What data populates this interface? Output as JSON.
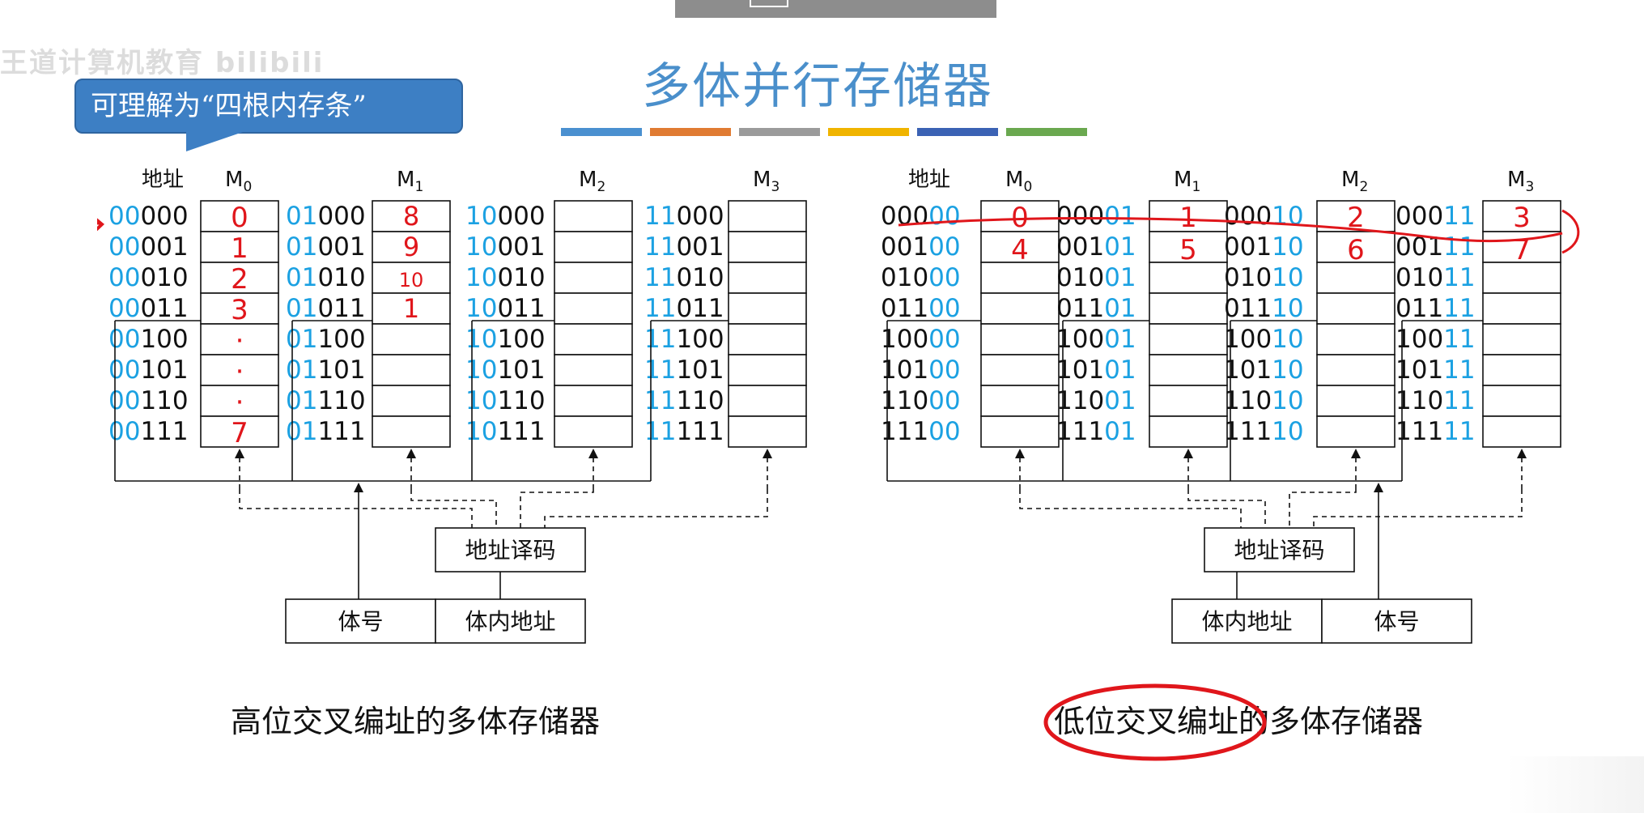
{
  "title": "多体并行存储器",
  "watermark": "王道计算机教育 bilibili",
  "callout": "可理解为“四根内存条”",
  "color_bars": [
    "#4a90d0",
    "#e07b32",
    "#9b9b9b",
    "#f0b400",
    "#3b62b4",
    "#6aa84f"
  ],
  "accent_blue": "#1ba1e2",
  "annotation_red": "#e0161b",
  "left": {
    "addr_header": "地址",
    "modules": [
      "M",
      "M",
      "M",
      "M"
    ],
    "module_subs": [
      "0",
      "1",
      "2",
      "3"
    ],
    "addresses": [
      [
        [
          "00",
          "000"
        ],
        [
          "00",
          "001"
        ],
        [
          "00",
          "010"
        ],
        [
          "00",
          "011"
        ],
        [
          "00",
          "100"
        ],
        [
          "00",
          "101"
        ],
        [
          "00",
          "110"
        ],
        [
          "00",
          "111"
        ]
      ],
      [
        [
          "01",
          "000"
        ],
        [
          "01",
          "001"
        ],
        [
          "01",
          "010"
        ],
        [
          "01",
          "011"
        ],
        [
          "01",
          "100"
        ],
        [
          "01",
          "101"
        ],
        [
          "01",
          "110"
        ],
        [
          "01",
          "111"
        ]
      ],
      [
        [
          "10",
          "000"
        ],
        [
          "10",
          "001"
        ],
        [
          "10",
          "010"
        ],
        [
          "10",
          "011"
        ],
        [
          "10",
          "100"
        ],
        [
          "10",
          "101"
        ],
        [
          "10",
          "110"
        ],
        [
          "10",
          "111"
        ]
      ],
      [
        [
          "11",
          "000"
        ],
        [
          "11",
          "001"
        ],
        [
          "11",
          "010"
        ],
        [
          "11",
          "011"
        ],
        [
          "11",
          "100"
        ],
        [
          "11",
          "101"
        ],
        [
          "11",
          "110"
        ],
        [
          "11",
          "111"
        ]
      ]
    ],
    "decoder": "地址译码",
    "reg_left": "体号",
    "reg_right": "体内地址",
    "caption": "高位交叉编址的多体存储器"
  },
  "right": {
    "addr_header": "地址",
    "modules": [
      "M",
      "M",
      "M",
      "M"
    ],
    "module_subs": [
      "0",
      "1",
      "2",
      "3"
    ],
    "addresses": [
      [
        [
          "000",
          "00"
        ],
        [
          "001",
          "00"
        ],
        [
          "010",
          "00"
        ],
        [
          "011",
          "00"
        ],
        [
          "100",
          "00"
        ],
        [
          "101",
          "00"
        ],
        [
          "110",
          "00"
        ],
        [
          "111",
          "00"
        ]
      ],
      [
        [
          "000",
          "01"
        ],
        [
          "001",
          "01"
        ],
        [
          "010",
          "01"
        ],
        [
          "011",
          "01"
        ],
        [
          "100",
          "01"
        ],
        [
          "101",
          "01"
        ],
        [
          "110",
          "01"
        ],
        [
          "111",
          "01"
        ]
      ],
      [
        [
          "000",
          "10"
        ],
        [
          "001",
          "10"
        ],
        [
          "010",
          "10"
        ],
        [
          "011",
          "10"
        ],
        [
          "100",
          "10"
        ],
        [
          "101",
          "10"
        ],
        [
          "110",
          "10"
        ],
        [
          "111",
          "10"
        ]
      ],
      [
        [
          "000",
          "11"
        ],
        [
          "001",
          "11"
        ],
        [
          "010",
          "11"
        ],
        [
          "011",
          "11"
        ],
        [
          "100",
          "11"
        ],
        [
          "101",
          "11"
        ],
        [
          "110",
          "11"
        ],
        [
          "111",
          "11"
        ]
      ]
    ],
    "decoder": "地址译码",
    "reg_left": "体内地址",
    "reg_right": "体号",
    "caption_highlight": "低位交叉编址",
    "caption_rest": "的多体存储器"
  },
  "handwriting": {
    "left_m0": [
      "0",
      "1",
      "2",
      "3",
      "·",
      "·",
      "·",
      "7"
    ],
    "left_m1": [
      "8",
      "9",
      "10",
      "1"
    ],
    "right_row0": [
      "0",
      "1",
      "2",
      "3"
    ],
    "right_row1": [
      "4",
      "5",
      "6",
      "7"
    ]
  }
}
